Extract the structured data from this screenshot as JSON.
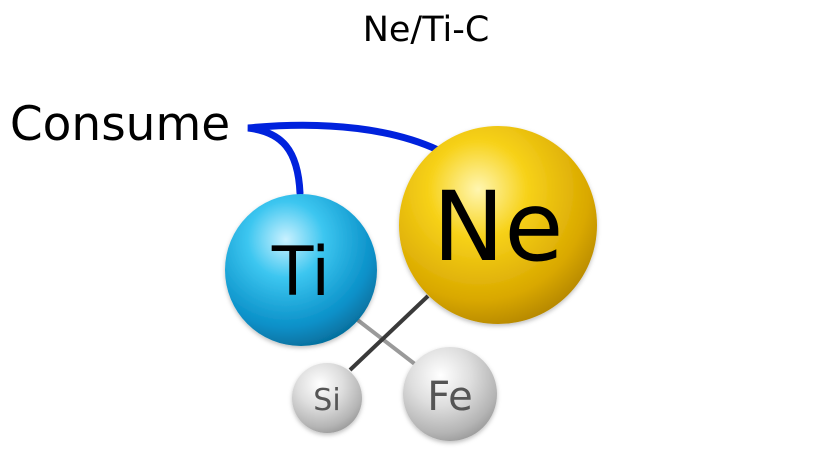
{
  "title": "Ne/Ti-C",
  "annotation": "Consume",
  "atoms": [
    {
      "symbol": "Ne",
      "color": "#f2c200"
    },
    {
      "symbol": "Ti",
      "color": "#1ab4e6"
    },
    {
      "symbol": "Si",
      "color": "#c8c8c8"
    },
    {
      "symbol": "Fe",
      "color": "#c8c8c8"
    }
  ],
  "colors": {
    "arc": "#0022dd",
    "bond_dark": "#3a3a3a",
    "bond_light": "#9a9a9a",
    "text": "#000000",
    "small_text": "#555555"
  }
}
